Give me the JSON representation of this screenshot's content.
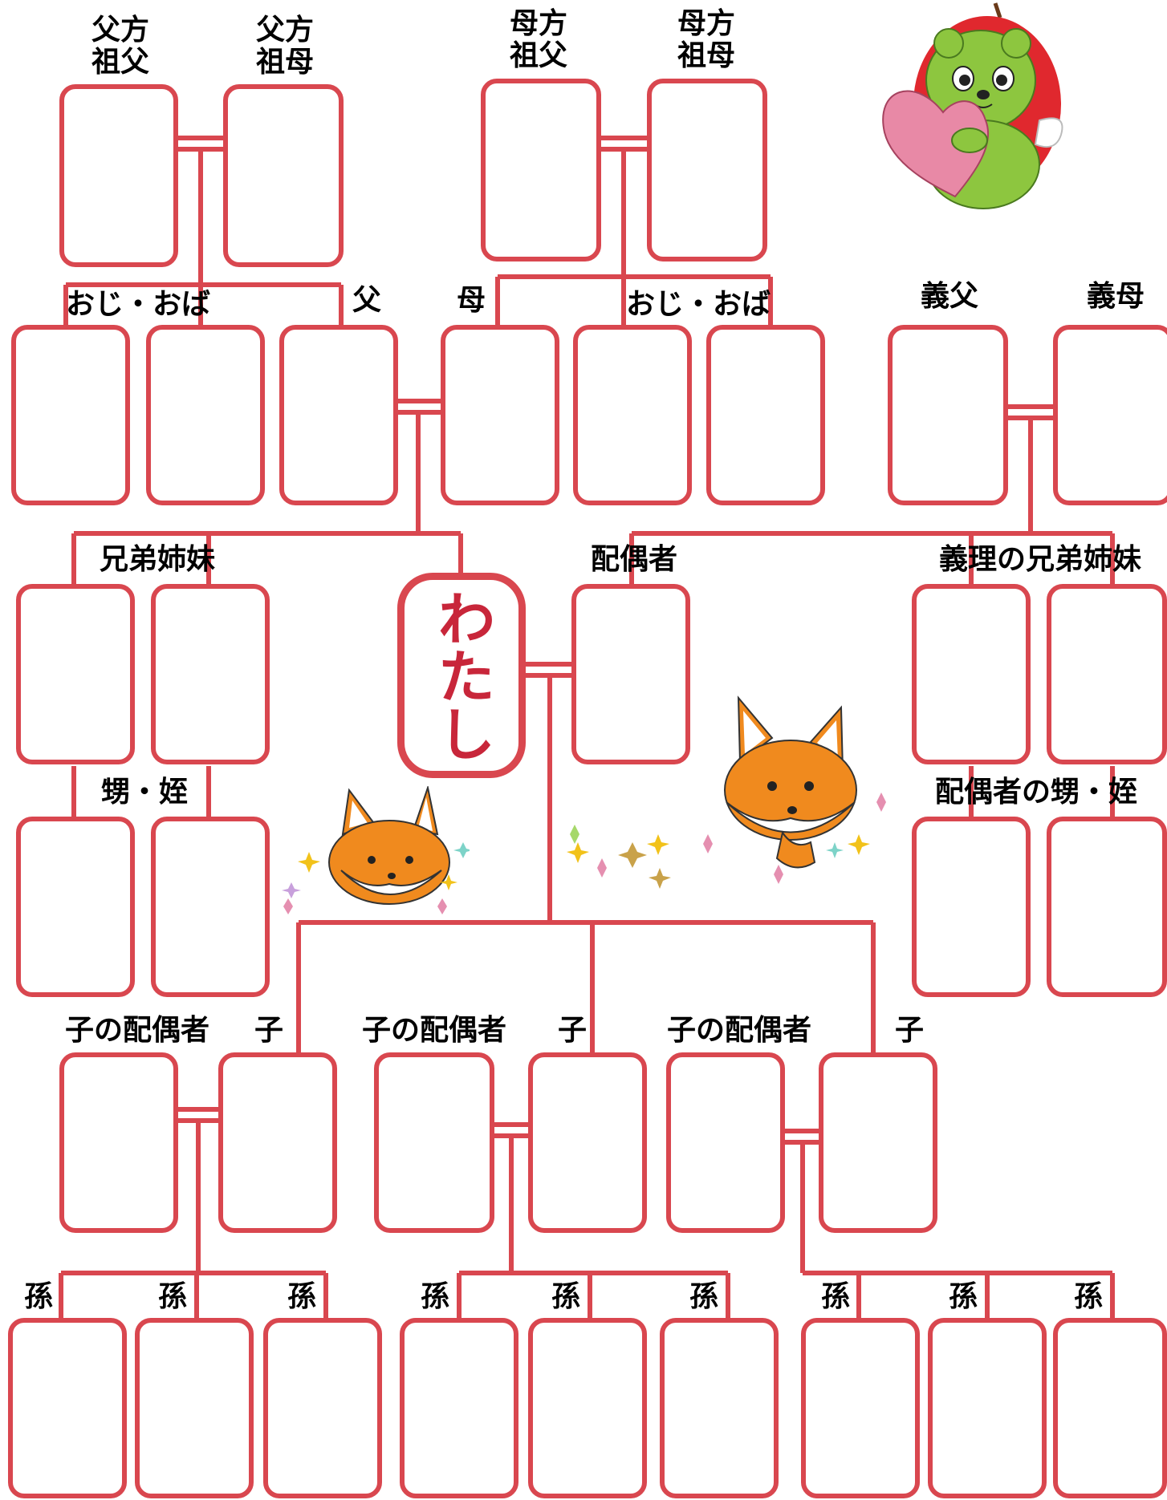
{
  "labels": {
    "paternal_grandfather": [
      "父方",
      "祖父"
    ],
    "paternal_grandmother": [
      "父方",
      "祖母"
    ],
    "maternal_grandfather": [
      "母方",
      "祖父"
    ],
    "maternal_grandmother": [
      "母方",
      "祖母"
    ],
    "uncle_aunt_paternal": "おじ・おば",
    "father": "父",
    "mother": "母",
    "uncle_aunt_maternal": "おじ・おば",
    "father_in_law": "義父",
    "mother_in_law": "義母",
    "siblings": "兄弟姉妹",
    "spouse": "配偶者",
    "siblings_in_law": "義理の兄弟姉妹",
    "nephew_niece": "甥・姪",
    "spouse_nephew_niece": "配偶者の甥・姪",
    "child_spouse": "子の配偶者",
    "child": "子",
    "grandchild": "孫"
  },
  "me": "わたし",
  "colors": {
    "line": "#D9474F",
    "me_text": "#C8263A",
    "fox_orange": "#F08A1E",
    "mascot_green": "#8DC63F",
    "mascot_red": "#E0282E",
    "heart_pink": "#E889A6"
  },
  "decorations": [
    "mascot-apple-bear",
    "fox-face",
    "fox-thinking",
    "sparkles"
  ]
}
